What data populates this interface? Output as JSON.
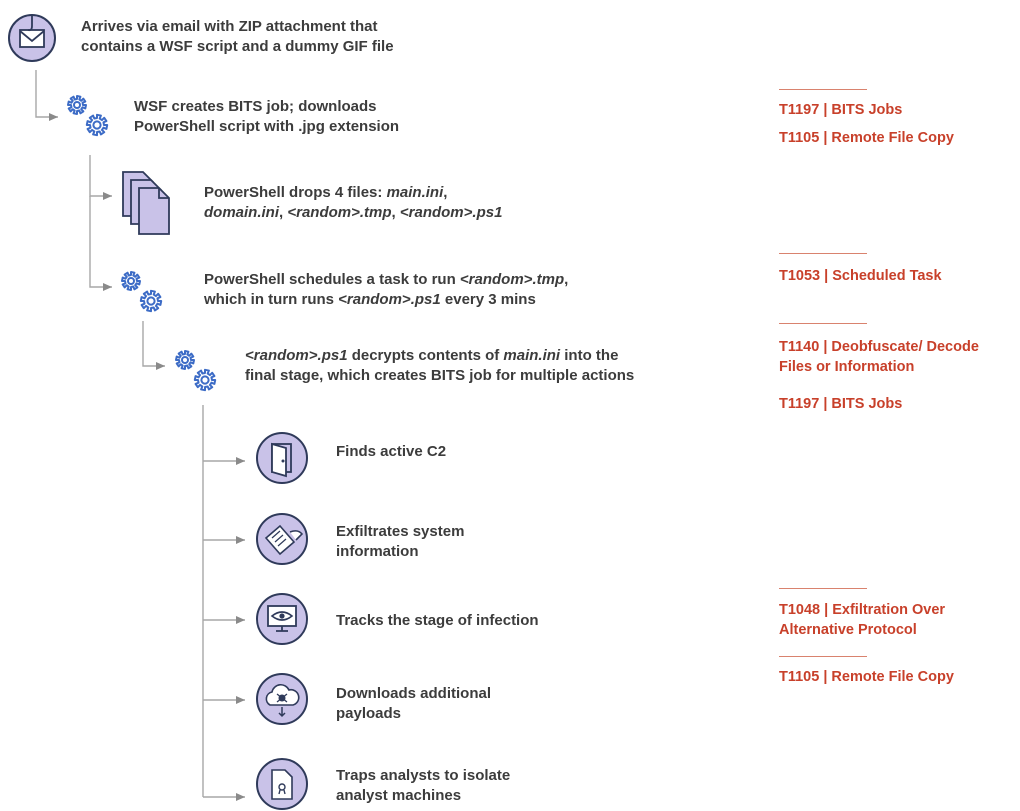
{
  "steps": {
    "email": {
      "line1": "Arrives via email with ZIP attachment that",
      "line2": "contains a WSF script and a dummy GIF file"
    },
    "wsf": {
      "line1": "WSF creates BITS job; downloads",
      "line2": "PowerShell script with .jpg extension"
    },
    "drops": {
      "p1": "PowerShell drops 4 files: ",
      "f1": "main.ini",
      "p2": ",",
      "f2": "domain.ini",
      "p3": ", ",
      "f3": "<random>.tmp",
      "p4": ", ",
      "f4": "<random>.ps1"
    },
    "schedule": {
      "p1": "PowerShell schedules a task to run ",
      "f1": "<random>.tmp",
      "p2": ",",
      "p3": "which in turn runs ",
      "f2": "<random>.ps1",
      "p4": " every 3 mins"
    },
    "decrypt": {
      "f1": "<random>.ps1",
      "p1": " decrypts contents of ",
      "f2": "main.ini",
      "p2": " into the",
      "line2": "final stage, which creates BITS job for multiple actions"
    },
    "actions": [
      {
        "line1": "Finds active C2",
        "line2": ""
      },
      {
        "line1": "Exfiltrates system",
        "line2": "information"
      },
      {
        "line1": "Tracks the stage of infection",
        "line2": ""
      },
      {
        "line1": "Downloads additional",
        "line2": "payloads"
      },
      {
        "line1": "Traps analysts to isolate",
        "line2": "analyst machines"
      }
    ]
  },
  "techniques": [
    {
      "text": "T1197 | BITS Jobs"
    },
    {
      "text": "T1105 | Remote File Copy"
    },
    {
      "text": "T1053 | Scheduled Task"
    },
    {
      "text": "T1140 | Deobfuscate/ Decode"
    },
    {
      "text": "Files or Information"
    },
    {
      "text": "T1197 | BITS Jobs"
    },
    {
      "text": "T1048 | Exfiltration Over"
    },
    {
      "text": "Alternative Protocol"
    },
    {
      "text": "T1105 | Remote File Copy"
    }
  ],
  "colors": {
    "text": "#3c3c3c",
    "technique": "#c8402a",
    "icon_fill": "#c9c2e8",
    "icon_stroke": "#2f3a5a",
    "gear": "#3d6cc6",
    "connector": "#a7a7a7"
  }
}
